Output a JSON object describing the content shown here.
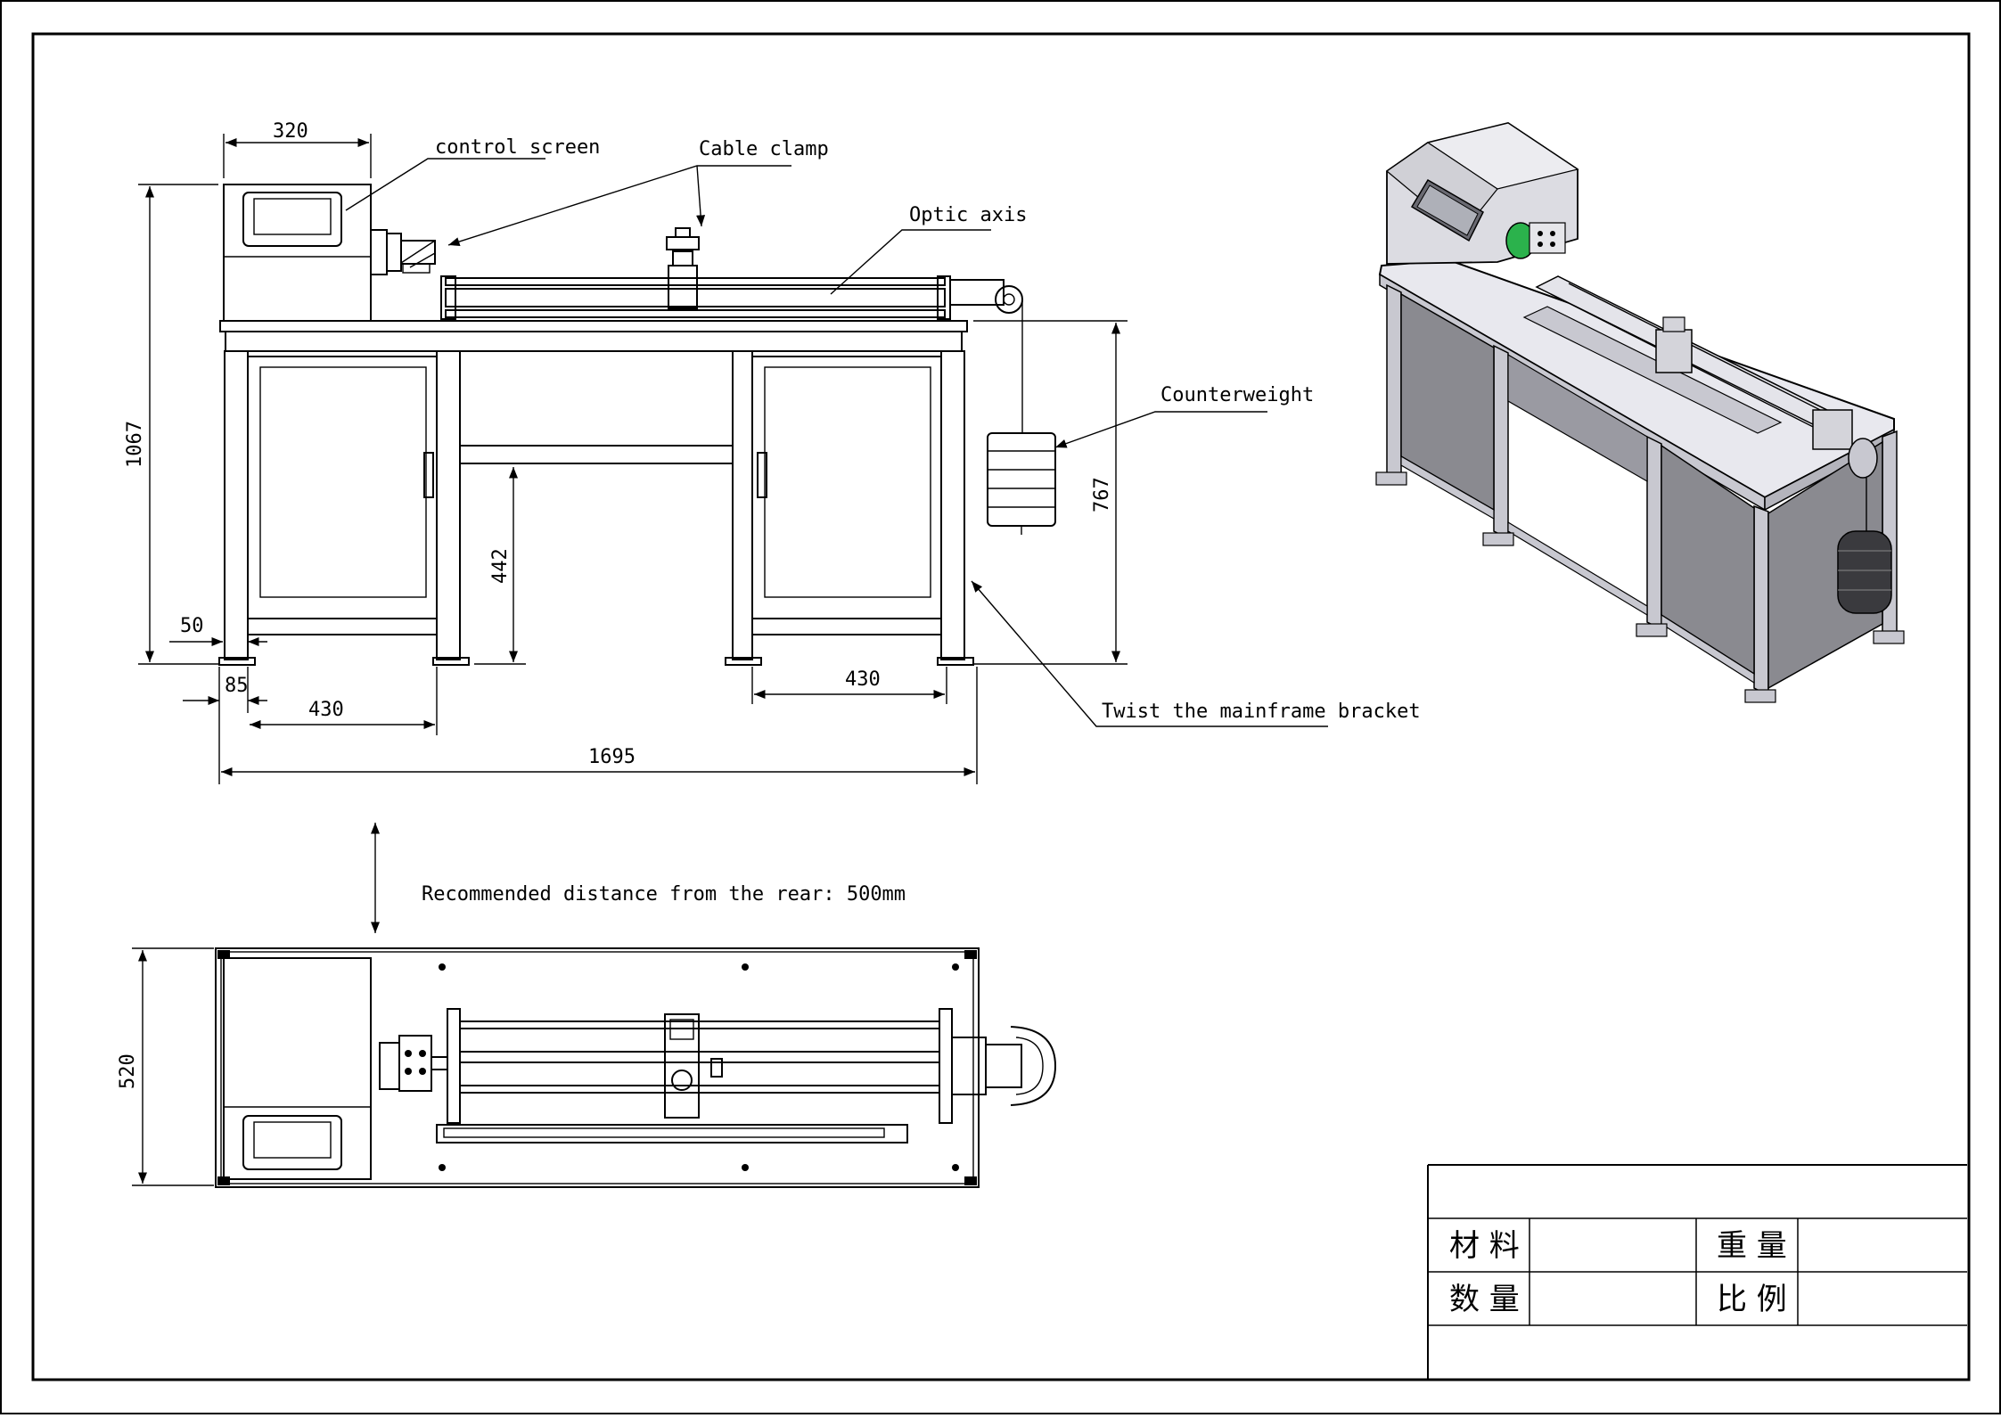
{
  "labels": {
    "control_screen": "control screen",
    "cable_clamp": "Cable clamp",
    "optic_axis": "Optic axis",
    "counterweight": "Counterweight",
    "twist_bracket": "Twist the mainframe bracket",
    "rear_distance": "Recommended distance from the rear: 500mm"
  },
  "dimensions": {
    "d320": "320",
    "d1067": "1067",
    "d767": "767",
    "d442": "442",
    "d50": "50",
    "d85": "85",
    "d430_left": "430",
    "d430_right": "430",
    "d1695": "1695",
    "d520": "520"
  },
  "title_block": {
    "material": "材 料",
    "weight": "重 量",
    "quantity": "数 量",
    "scale": "比 例"
  },
  "colors": {
    "line": "#000000",
    "panel_fill": "#8a8a90",
    "frame_fill": "#c8c8d0",
    "glass_fill": "#dcdce2",
    "accent_green": "#2bb24c"
  }
}
